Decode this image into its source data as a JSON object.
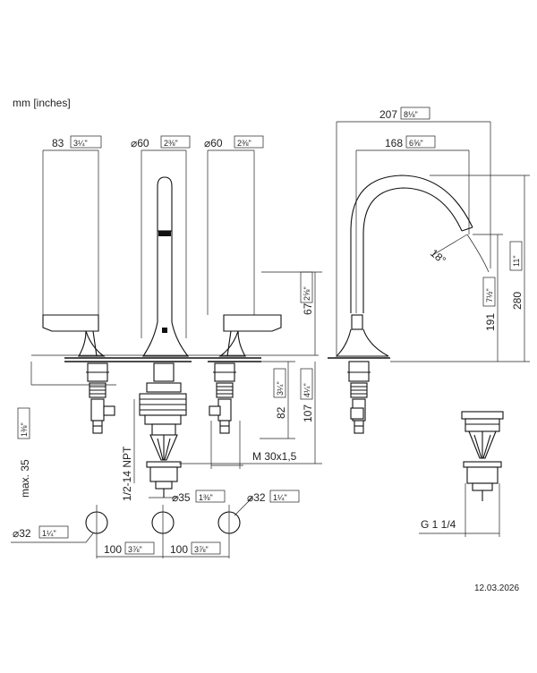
{
  "units": "mm [inches]",
  "date": "12.03.2026",
  "dims": {
    "d83": "83",
    "d83_in": "3¼\"",
    "d60a": "⌀60",
    "d60a_in": "2⅜\"",
    "d60b": "⌀60",
    "d60b_in": "2⅜\"",
    "d207": "207",
    "d207_in": "8⅛\"",
    "d168": "168",
    "d168_in": "6⅝\"",
    "d18": "18°",
    "d280": "280",
    "d280_in": "11\"",
    "d191": "191",
    "d191_in": "7½\"",
    "d67": "67",
    "d67_in": "2⅝\"",
    "d82": "82",
    "d82_in": "3¼\"",
    "d107": "107",
    "d107_in": "4¼\"",
    "max35": "max. 35",
    "max35_in": "1⅜\"",
    "npt": "1/2-14 NPT",
    "m30": "M 30x1,5",
    "d35": "⌀35",
    "d35_in": "1⅜\"",
    "d32a": "⌀32",
    "d32a_in": "1¼\"",
    "d32b": "⌀32",
    "d32b_in": "1¼\"",
    "d100a": "100",
    "d100a_in": "3⅞\"",
    "d100b": "100",
    "d100b_in": "3⅞\"",
    "g114": "G 1 1/4"
  }
}
